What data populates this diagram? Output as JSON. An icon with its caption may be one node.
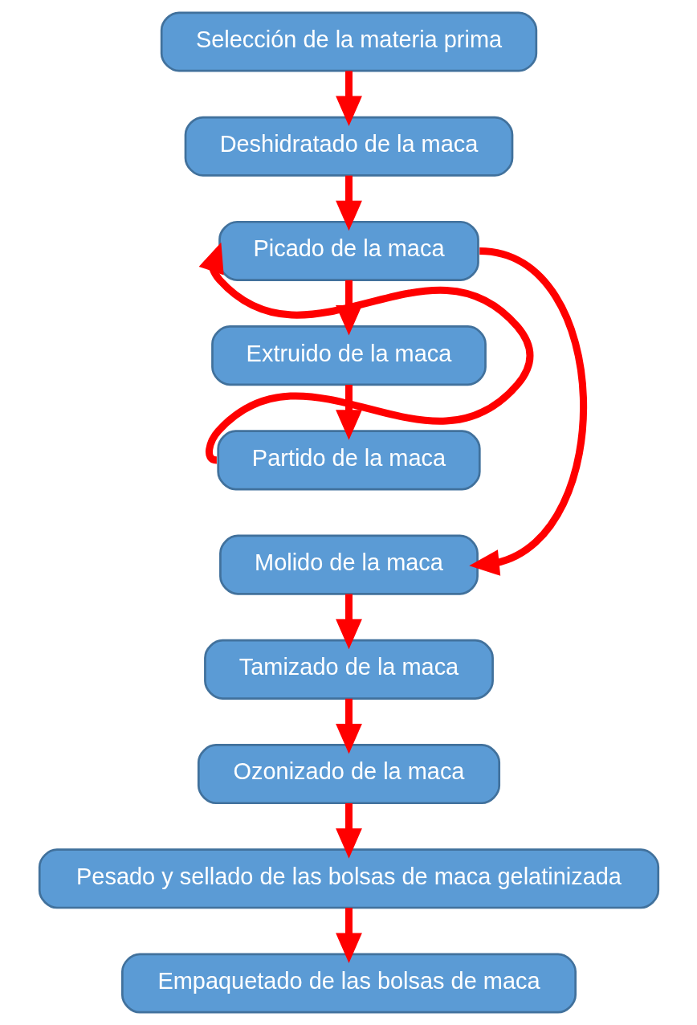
{
  "diagram": {
    "nodes": [
      {
        "text": [
          "Selección de la materia prima"
        ]
      },
      {
        "text": [
          "Deshidratado de la maca"
        ]
      },
      {
        "text": [
          "Picado de la maca"
        ]
      },
      {
        "text": [
          "Extruido de la maca"
        ]
      },
      {
        "text": [
          "Partido de la maca"
        ]
      },
      {
        "text": [
          "Molido de la maca"
        ]
      },
      {
        "text": [
          "Tamizado de la maca"
        ]
      },
      {
        "text": [
          "Ozonizado de la maca"
        ]
      },
      {
        "text": [
          "Pesado y sellado de las bolsas de maca gelatinizada"
        ]
      },
      {
        "text": [
          "Empaquetado de las bolsas de maca"
        ]
      }
    ],
    "edges": [
      {
        "from": 0,
        "to": 1,
        "arrow": "to"
      },
      {
        "from": 1,
        "to": 2,
        "arrow": "to"
      },
      {
        "from": 2,
        "to": 3,
        "arrow": "to"
      },
      {
        "from": 3,
        "to": 4,
        "arrow": "to"
      },
      {
        "from": 4,
        "to": 2,
        "arrow": "to"
      },
      {
        "from": 2,
        "to": 5,
        "arrow": "to"
      },
      {
        "from": 5,
        "to": 6,
        "arrow": "to"
      },
      {
        "from": 6,
        "to": 7,
        "arrow": "to"
      },
      {
        "from": 7,
        "to": 8,
        "arrow": "to"
      },
      {
        "from": 8,
        "to": 9,
        "arrow": "to"
      }
    ]
  }
}
